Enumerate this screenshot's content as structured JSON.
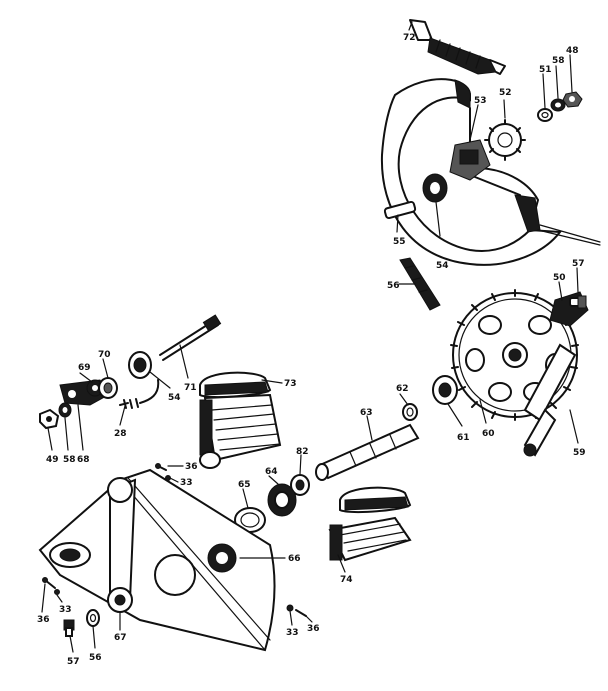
{
  "callouts": [
    {
      "id": "c72",
      "text": "72"
    },
    {
      "id": "c52",
      "text": "52"
    },
    {
      "id": "c53",
      "text": "53"
    },
    {
      "id": "c51",
      "text": "51"
    },
    {
      "id": "c58a",
      "text": "58"
    },
    {
      "id": "c48",
      "text": "48"
    },
    {
      "id": "c55",
      "text": "55"
    },
    {
      "id": "c54a",
      "text": "54"
    },
    {
      "id": "c56",
      "text": "56"
    },
    {
      "id": "c50",
      "text": "50"
    },
    {
      "id": "c57a",
      "text": "57"
    },
    {
      "id": "c69",
      "text": "69"
    },
    {
      "id": "c70",
      "text": "70"
    },
    {
      "id": "c71",
      "text": "71"
    },
    {
      "id": "c73",
      "text": "73"
    },
    {
      "id": "c54b",
      "text": "54"
    },
    {
      "id": "c28",
      "text": "28"
    },
    {
      "id": "c49",
      "text": "49"
    },
    {
      "id": "c58b",
      "text": "58"
    },
    {
      "id": "c68",
      "text": "68"
    },
    {
      "id": "c62",
      "text": "62"
    },
    {
      "id": "c63",
      "text": "63"
    },
    {
      "id": "c61",
      "text": "61"
    },
    {
      "id": "c60",
      "text": "60"
    },
    {
      "id": "c59",
      "text": "59"
    },
    {
      "id": "c36a",
      "text": "36"
    },
    {
      "id": "c33a",
      "text": "33"
    },
    {
      "id": "c82",
      "text": "82"
    },
    {
      "id": "c64",
      "text": "64"
    },
    {
      "id": "c65",
      "text": "65"
    },
    {
      "id": "c66",
      "text": "66"
    },
    {
      "id": "c74",
      "text": "74"
    },
    {
      "id": "c36b",
      "text": "36"
    },
    {
      "id": "c33b",
      "text": "33"
    },
    {
      "id": "c67",
      "text": "67"
    },
    {
      "id": "c57b",
      "text": "57"
    },
    {
      "id": "c56b",
      "text": "56"
    },
    {
      "id": "c33c",
      "text": "33"
    },
    {
      "id": "c36c",
      "text": "36"
    }
  ]
}
